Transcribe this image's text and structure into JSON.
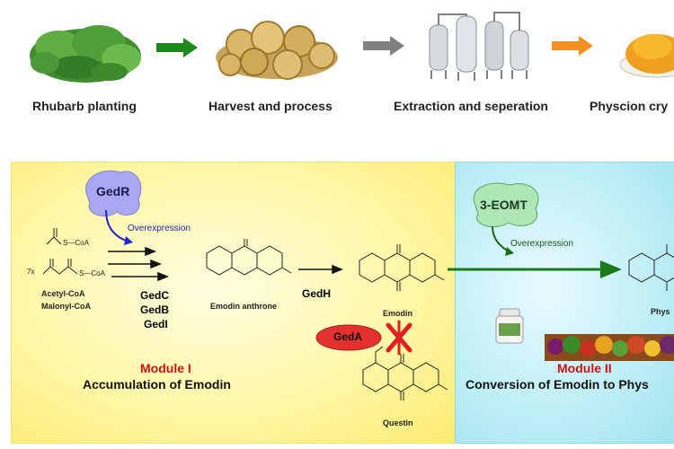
{
  "process": {
    "steps": [
      {
        "label": "Rhubarb planting"
      },
      {
        "label": "Harvest and process"
      },
      {
        "label": "Extraction and seperation"
      },
      {
        "label": "Physcion cry"
      }
    ],
    "arrow_colors": [
      "#1e8a1e",
      "#808080",
      "#f39020"
    ]
  },
  "module1": {
    "title": "Module I",
    "subtitle": "Accumulation of Emodin",
    "regulator": "GedR",
    "overexpression": "Overexpression",
    "substrate1_label": "S—CoA",
    "substrate2_multiplier": "7x",
    "substrate2_label": "S—CoA",
    "precursors": [
      "Acetyl-CoA",
      "Malonyl-CoA"
    ],
    "enzymes": [
      "GedC",
      "GedB",
      "GedI"
    ],
    "intermediate": "Emodin anthrone",
    "enzyme_h": "GedH",
    "product": "Emodin",
    "competing_enzyme": "GedA",
    "byproduct": "Questin"
  },
  "module2": {
    "title": "Module II",
    "subtitle": "Conversion of Emodin to Phys",
    "enzyme": "3-EOMT",
    "overexpression": "Overexpression",
    "product_partial": "Phys"
  },
  "colors": {
    "module1_bg": "#fff59a",
    "module2_bg": "#b9ecf5",
    "module_title": "#cc1111",
    "green_arrow": "#1a7a1a",
    "gedr_fill": "#a9a9f3",
    "eomt_fill": "#aee6b6",
    "geda_fill": "#e53030"
  }
}
